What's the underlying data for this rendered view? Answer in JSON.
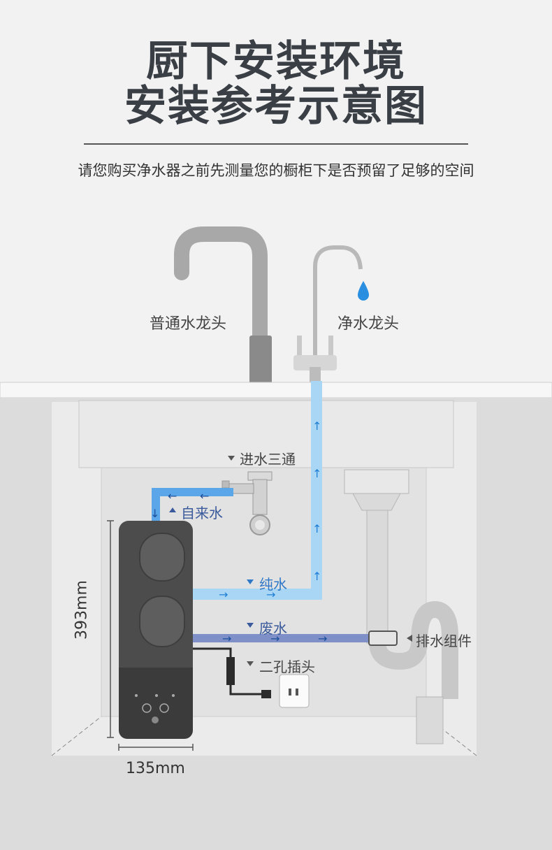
{
  "header": {
    "title_line1": "厨下安装环境",
    "title_line2": "安装参考示意图",
    "subtitle": "请您购买净水器之前先测量您的橱柜下是否预留了足够的空间"
  },
  "labels": {
    "regular_faucet": "普通水龙头",
    "pure_faucet": "净水龙头",
    "tee_valve": "进水三通",
    "tap_water": "自来水",
    "pure_water": "纯水",
    "waste_water": "废水",
    "plug": "二孔插头",
    "drain": "排水组件"
  },
  "dimensions": {
    "height": "393mm",
    "width": "135mm"
  },
  "colors": {
    "title": "#3a3f46",
    "pure_water_pipe": "#a9d6f5",
    "tap_water_pipe": "#5aa6e8",
    "waste_water_pipe": "#7f8fc7",
    "label_blue": "#2f78c8",
    "label_navy": "#3a5a9c",
    "drop": "#2a8fe0"
  }
}
